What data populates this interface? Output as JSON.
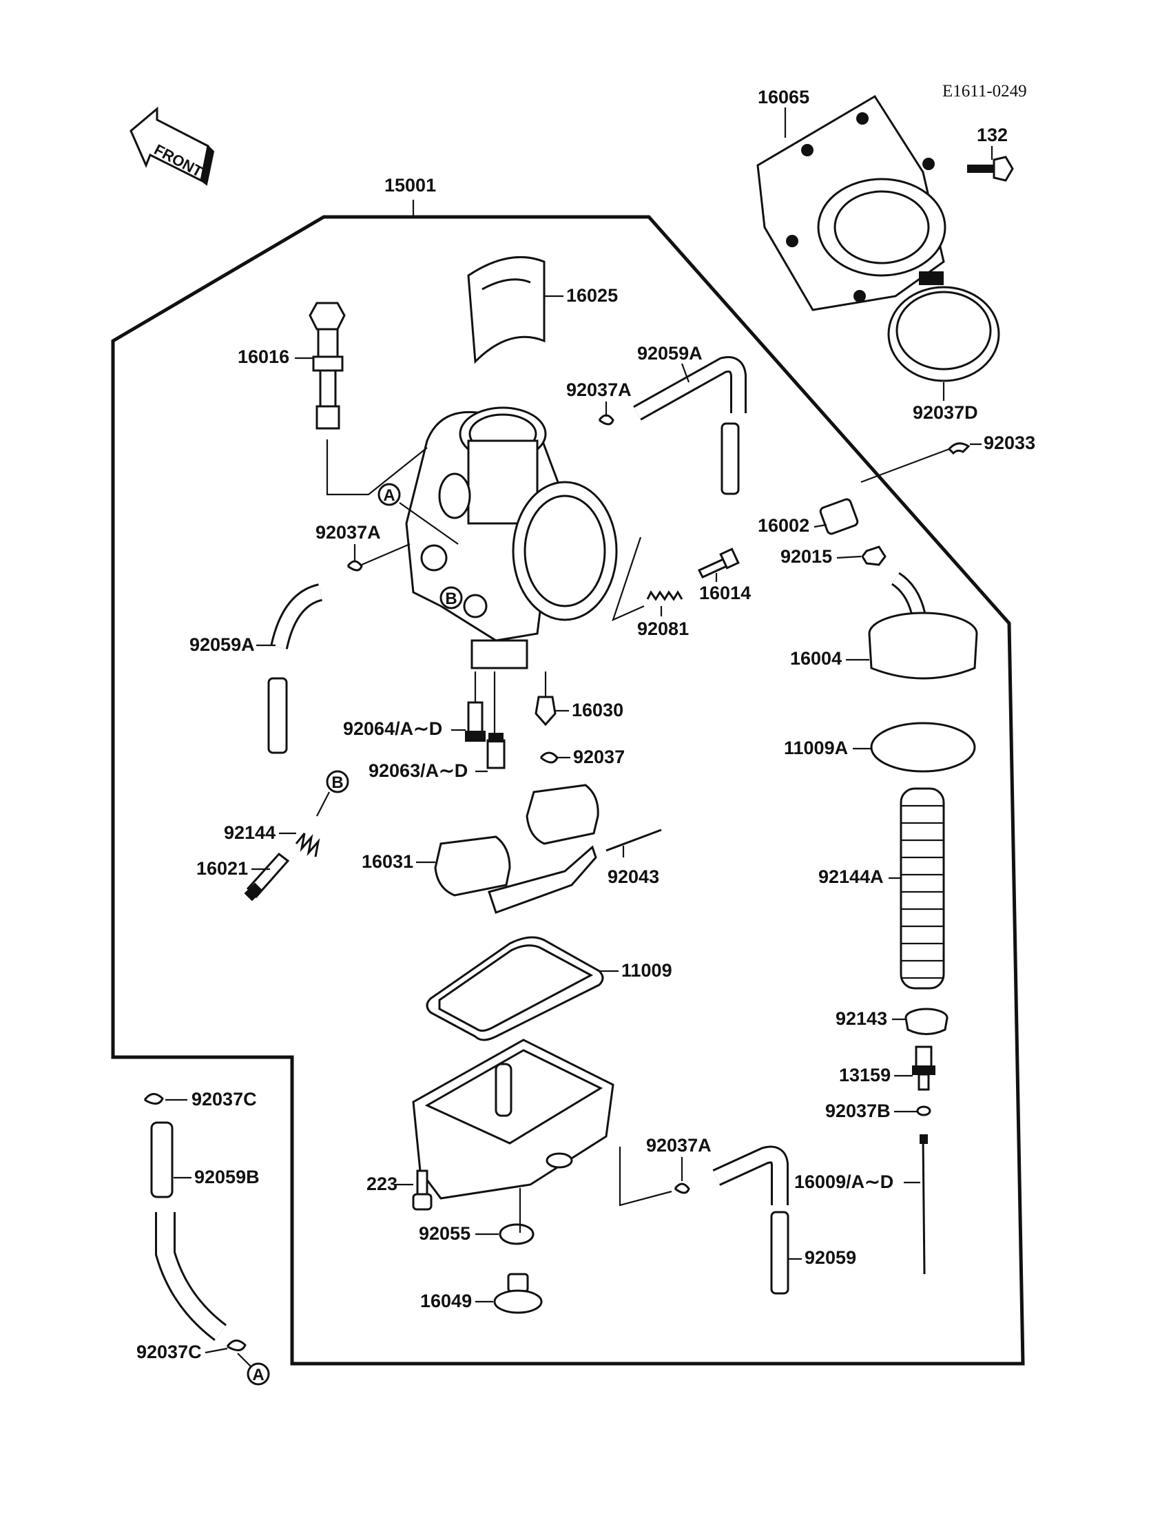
{
  "diagram": {
    "code": "E1611-0249",
    "front_label": "FRONT",
    "markers": {
      "a": "A",
      "b": "B"
    },
    "parts": {
      "p16065": "16065",
      "p132": "132",
      "p15001": "15001",
      "p16025": "16025",
      "p16016": "16016",
      "p92059A_top": "92059A",
      "p92037A_top": "92037A",
      "p92037D": "92037D",
      "p92033": "92033",
      "p16002": "16002",
      "p92037A_left": "92037A",
      "p92015": "92015",
      "p16014": "16014",
      "p92081": "92081",
      "p92059A_left": "92059A",
      "p16004": "16004",
      "p16030": "16030",
      "p92064": "92064/A∼D",
      "p11009A": "11009A",
      "p92037": "92037",
      "p92063": "92063/A∼D",
      "p92144": "92144",
      "p16031": "16031",
      "p92043": "92043",
      "p16021": "16021",
      "p92144A": "92144A",
      "p11009": "11009",
      "p92143": "92143",
      "p13159": "13159",
      "p92037B": "92037B",
      "p92037C_top": "92037C",
      "p92037A_bottom": "92037A",
      "p92059B": "92059B",
      "p16009": "16009/A∼D",
      "p223": "223",
      "p92055": "92055",
      "p92059": "92059",
      "p16049": "16049",
      "p92037C_bottom": "92037C"
    }
  }
}
